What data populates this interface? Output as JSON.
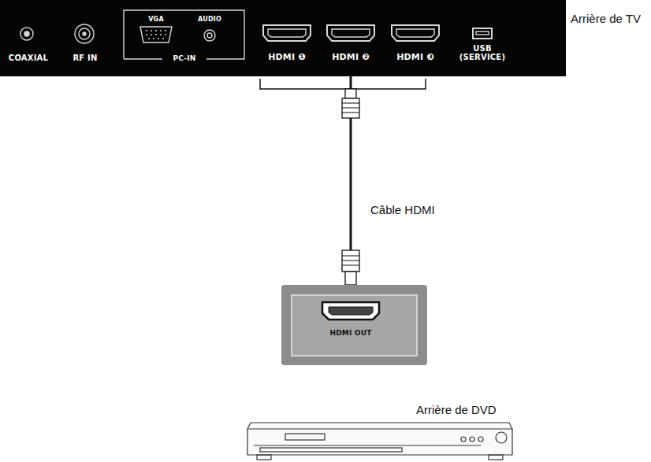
{
  "diagram": {
    "nodes": [
      {
        "text": [
          "COAXIAL",
          "RF IN",
          "VGA",
          "AUDIO",
          "PC-IN",
          "HDMI ❶",
          "HDMI ❷",
          "HDMI ❸",
          "USB (SERVICE)"
        ]
      },
      {
        "text": [
          "HDMI OUT"
        ]
      }
    ],
    "edges": [
      {
        "from": 0,
        "to": 1,
        "arrow": "none",
        "label": "Câble HDMI"
      }
    ],
    "labels": [
      "Arrière de TV",
      "Arrière de DVD"
    ]
  }
}
